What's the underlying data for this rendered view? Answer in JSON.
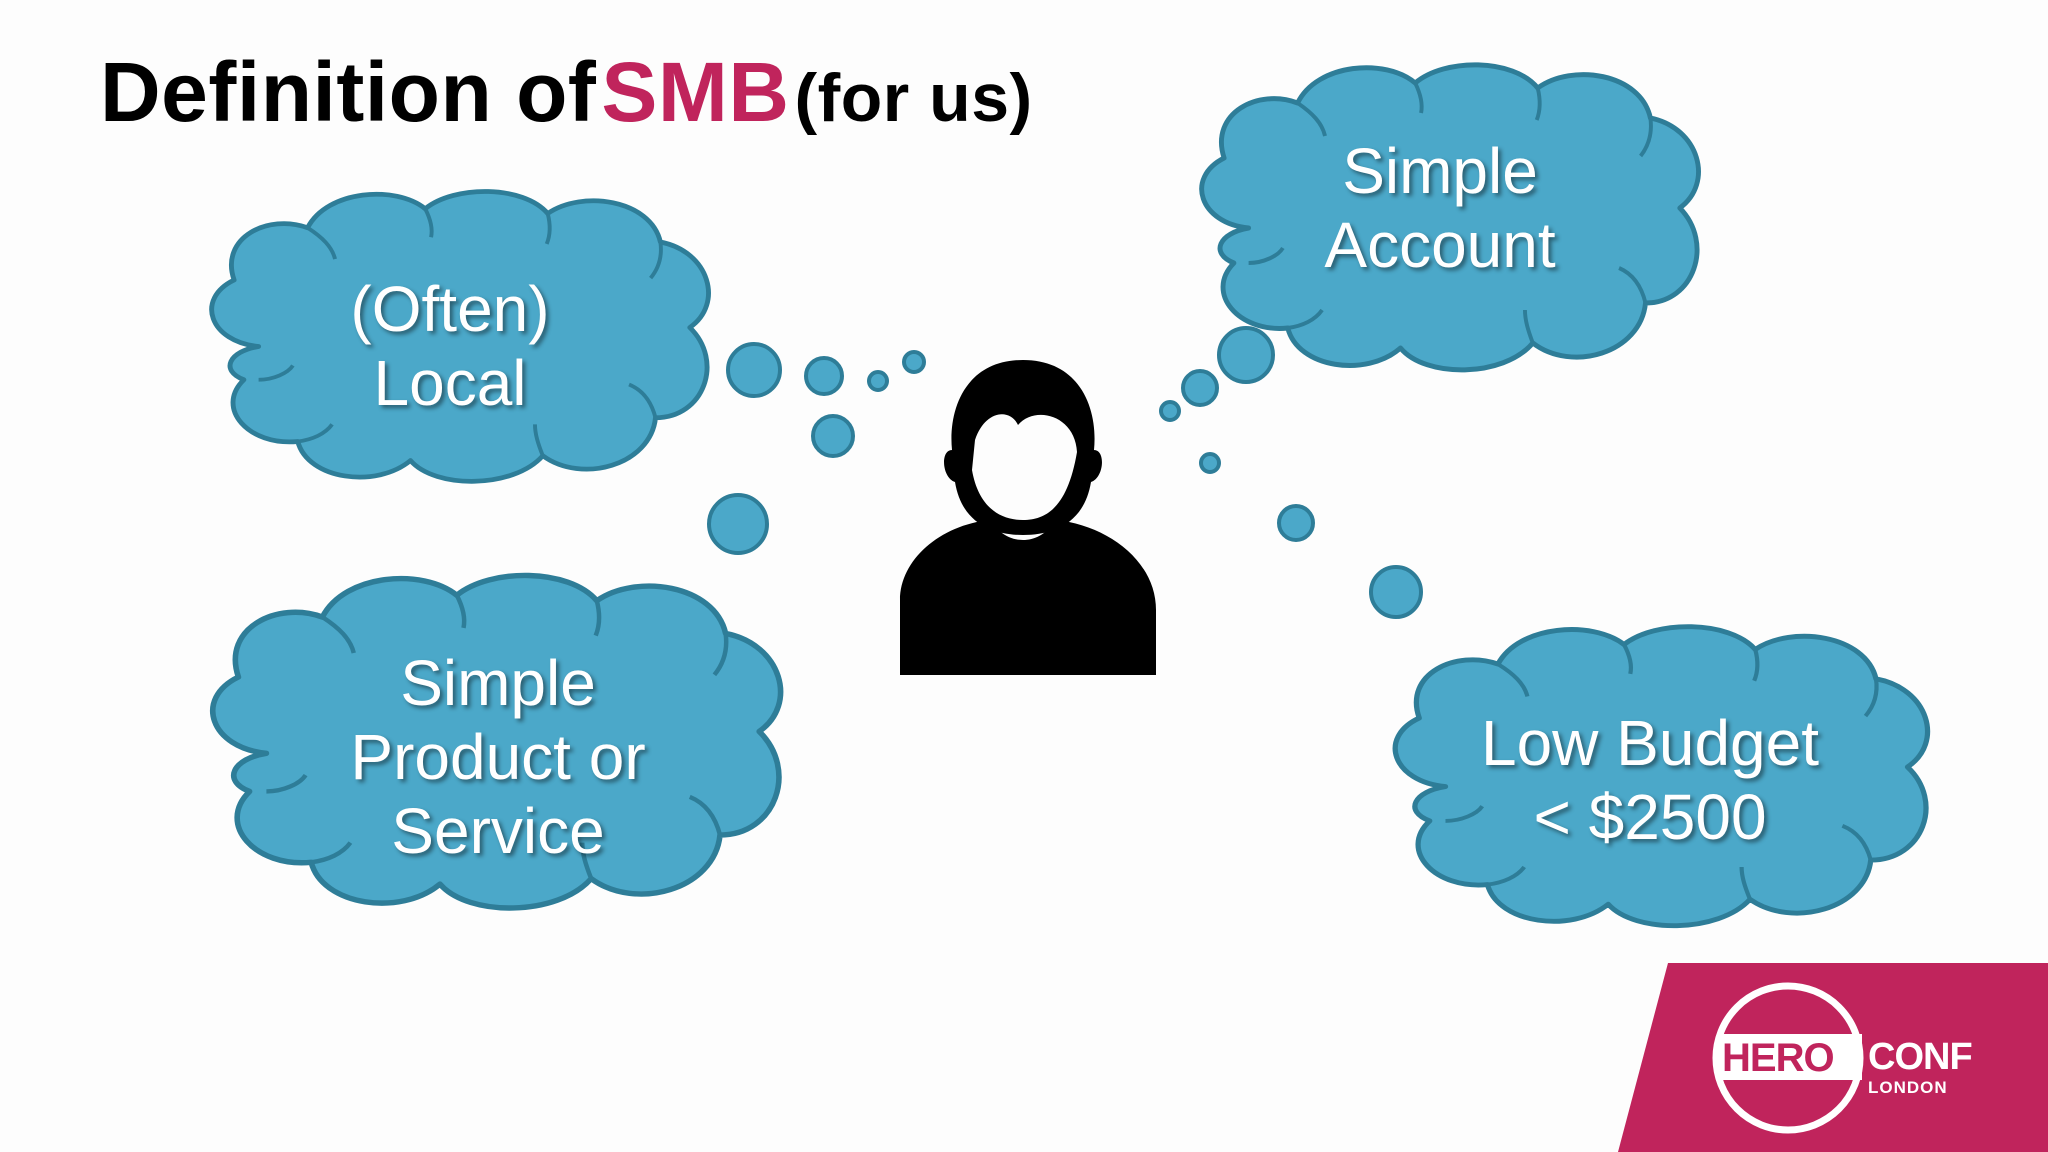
{
  "title": {
    "prefix": "Definition of",
    "highlight": "SMB",
    "suffix": "(for us)"
  },
  "clouds": {
    "local": {
      "line1": "(Often)",
      "line2": "Local"
    },
    "account": {
      "line1": "Simple",
      "line2": "Account"
    },
    "product": {
      "line1": "Simple",
      "line2": "Product or",
      "line3": "Service"
    },
    "budget": {
      "line1": "Low Budget",
      "line2": "< $2500"
    }
  },
  "logo": {
    "hero": "HERO",
    "conf": "CONF",
    "city": "LONDON"
  },
  "icons": {
    "person": "user-silhouette-icon"
  },
  "colors": {
    "cloud_fill": "#4ba8c9",
    "cloud_stroke": "#2e7d98",
    "accent": "#c0245c",
    "text": "#000000"
  }
}
